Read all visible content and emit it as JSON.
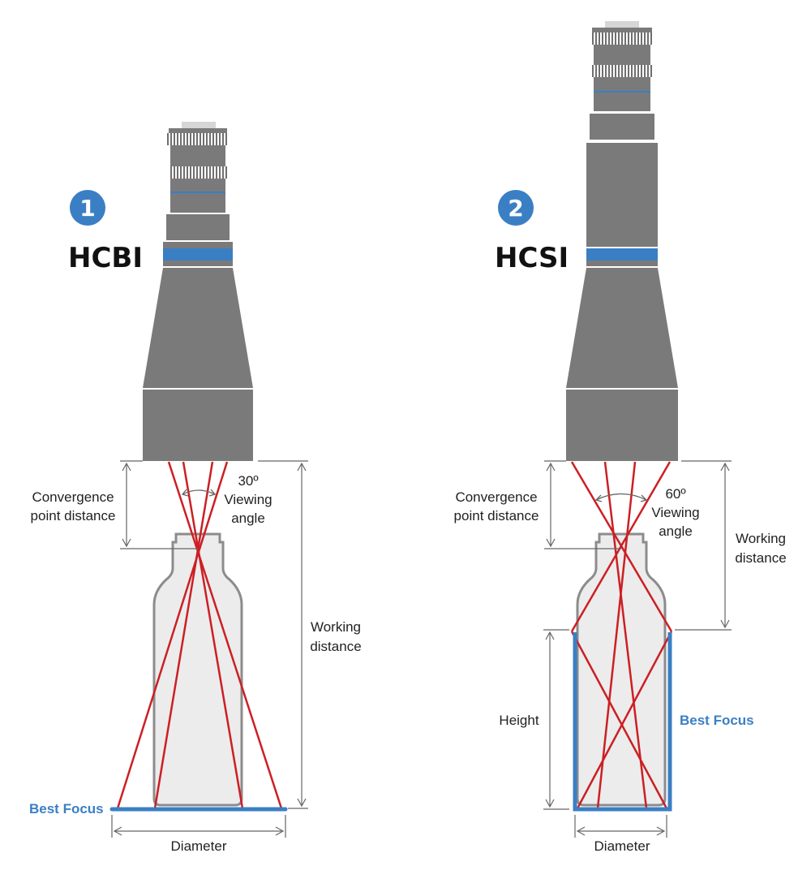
{
  "colors": {
    "lens": "#7a7a7a",
    "lens_light": "#8a8a8a",
    "blue": "#3a7fc4",
    "ray": "#cc1f24",
    "bottle_fill": "#ececec",
    "bottle_stroke": "#8c8c8c",
    "dim": "#666666"
  },
  "panels": [
    {
      "number": "1",
      "name": "HCBI",
      "angle_value": "30º",
      "angle_label_1": "Viewing",
      "angle_label_2": "angle",
      "convergence_1": "Convergence",
      "convergence_2": "point distance",
      "working_1": "Working",
      "working_2": "distance",
      "best_focus": "Best Focus",
      "diameter": "Diameter"
    },
    {
      "number": "2",
      "name": "HCSI",
      "angle_value": "60º",
      "angle_label_1": "Viewing",
      "angle_label_2": "angle",
      "convergence_1": "Convergence",
      "convergence_2": "point distance",
      "working_1": "Working",
      "working_2": "distance",
      "height": "Height",
      "best_focus": "Best Focus",
      "diameter": "Diameter"
    }
  ]
}
